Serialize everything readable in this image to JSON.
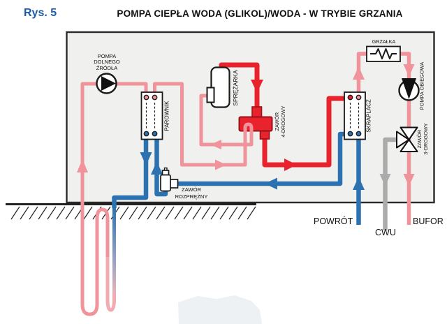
{
  "header": {
    "figure_label": "Rys. 5",
    "title": "POMPA CIEPŁA WODA (GLIKOL)/WODA - W TRYBIE GRZANIA"
  },
  "components": {
    "ground_source_pump": {
      "lines": [
        "POMPA",
        "DOLNEGO",
        "ŹRÓDŁA"
      ]
    },
    "evaporator": {
      "label": "PAROWNIK"
    },
    "compressor": {
      "label": "SPRĘŻARKA"
    },
    "four_way_valve": {
      "lines": [
        "ZAWÓR",
        "4-DROGOWY"
      ]
    },
    "expansion_valve": {
      "lines": [
        "ZAWÓR",
        "ROZPRĘŻNY"
      ]
    },
    "condenser": {
      "label": "SKRAPLACZ"
    },
    "heater": {
      "label": "GRZAŁKA"
    },
    "circulation_pump": {
      "label": "POMPA OBIEGOWA"
    },
    "three_way_valve": {
      "lines": [
        "ZAWÓR",
        "3-DROGOWY"
      ]
    }
  },
  "io_lines": {
    "return": "POWRÓT",
    "dhw": "CWU",
    "buffer": "BUFOR"
  },
  "colors": {
    "hot_refrigerant": "#e8232e",
    "hot_outline": "#9b1016",
    "warm_line": "#f0939a",
    "cold_line": "#2d72b0",
    "dhw_line": "#ababab",
    "figure_label_blue": "#1c5ca6",
    "diagram_bg": "#f0f0ee"
  }
}
